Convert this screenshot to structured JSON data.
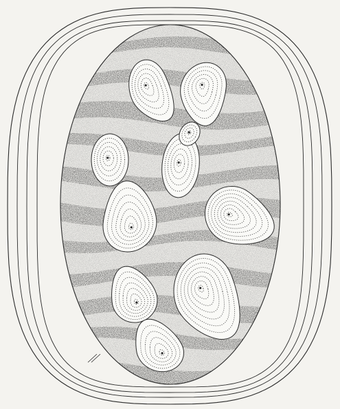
{
  "figure": {
    "colors": {
      "paper": "#f4f3ef",
      "ink": "#2a2a2a",
      "stipple_dark": "#1e1e1e",
      "stipple_mid": "#4a4a4a",
      "cell_fill": "#fafaf7"
    },
    "outer_ring_count": 4,
    "egg_cell_count": 10,
    "wave_band_count": 11
  }
}
